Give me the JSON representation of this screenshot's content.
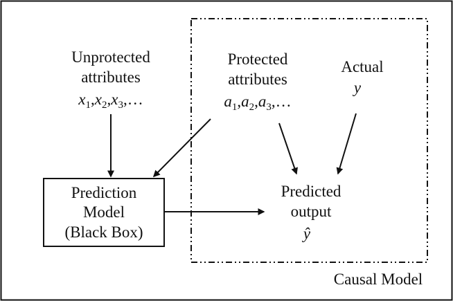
{
  "unprotected": {
    "line1": "Unprotected",
    "line2": "attributes",
    "vars": [
      {
        "sym": "x",
        "sub": "1",
        "sep": ","
      },
      {
        "sym": "x",
        "sub": "2",
        "sep": ","
      },
      {
        "sym": "x",
        "sub": "3",
        "sep": ",…"
      }
    ]
  },
  "protected": {
    "line1": "Protected",
    "line2": "attributes",
    "vars": [
      {
        "sym": "a",
        "sub": "1",
        "sep": ","
      },
      {
        "sym": "a",
        "sub": "2",
        "sep": ","
      },
      {
        "sym": "a",
        "sub": "3",
        "sep": ",…"
      }
    ]
  },
  "actual": {
    "label": "Actual",
    "symbol": "y"
  },
  "prediction_model": {
    "line1": "Prediction",
    "line2": "Model",
    "line3": "(Black Box)"
  },
  "predicted_output": {
    "line1": "Predicted",
    "line2": "output",
    "symbol": "ŷ"
  },
  "causal_model": {
    "label": "Causal Model"
  }
}
